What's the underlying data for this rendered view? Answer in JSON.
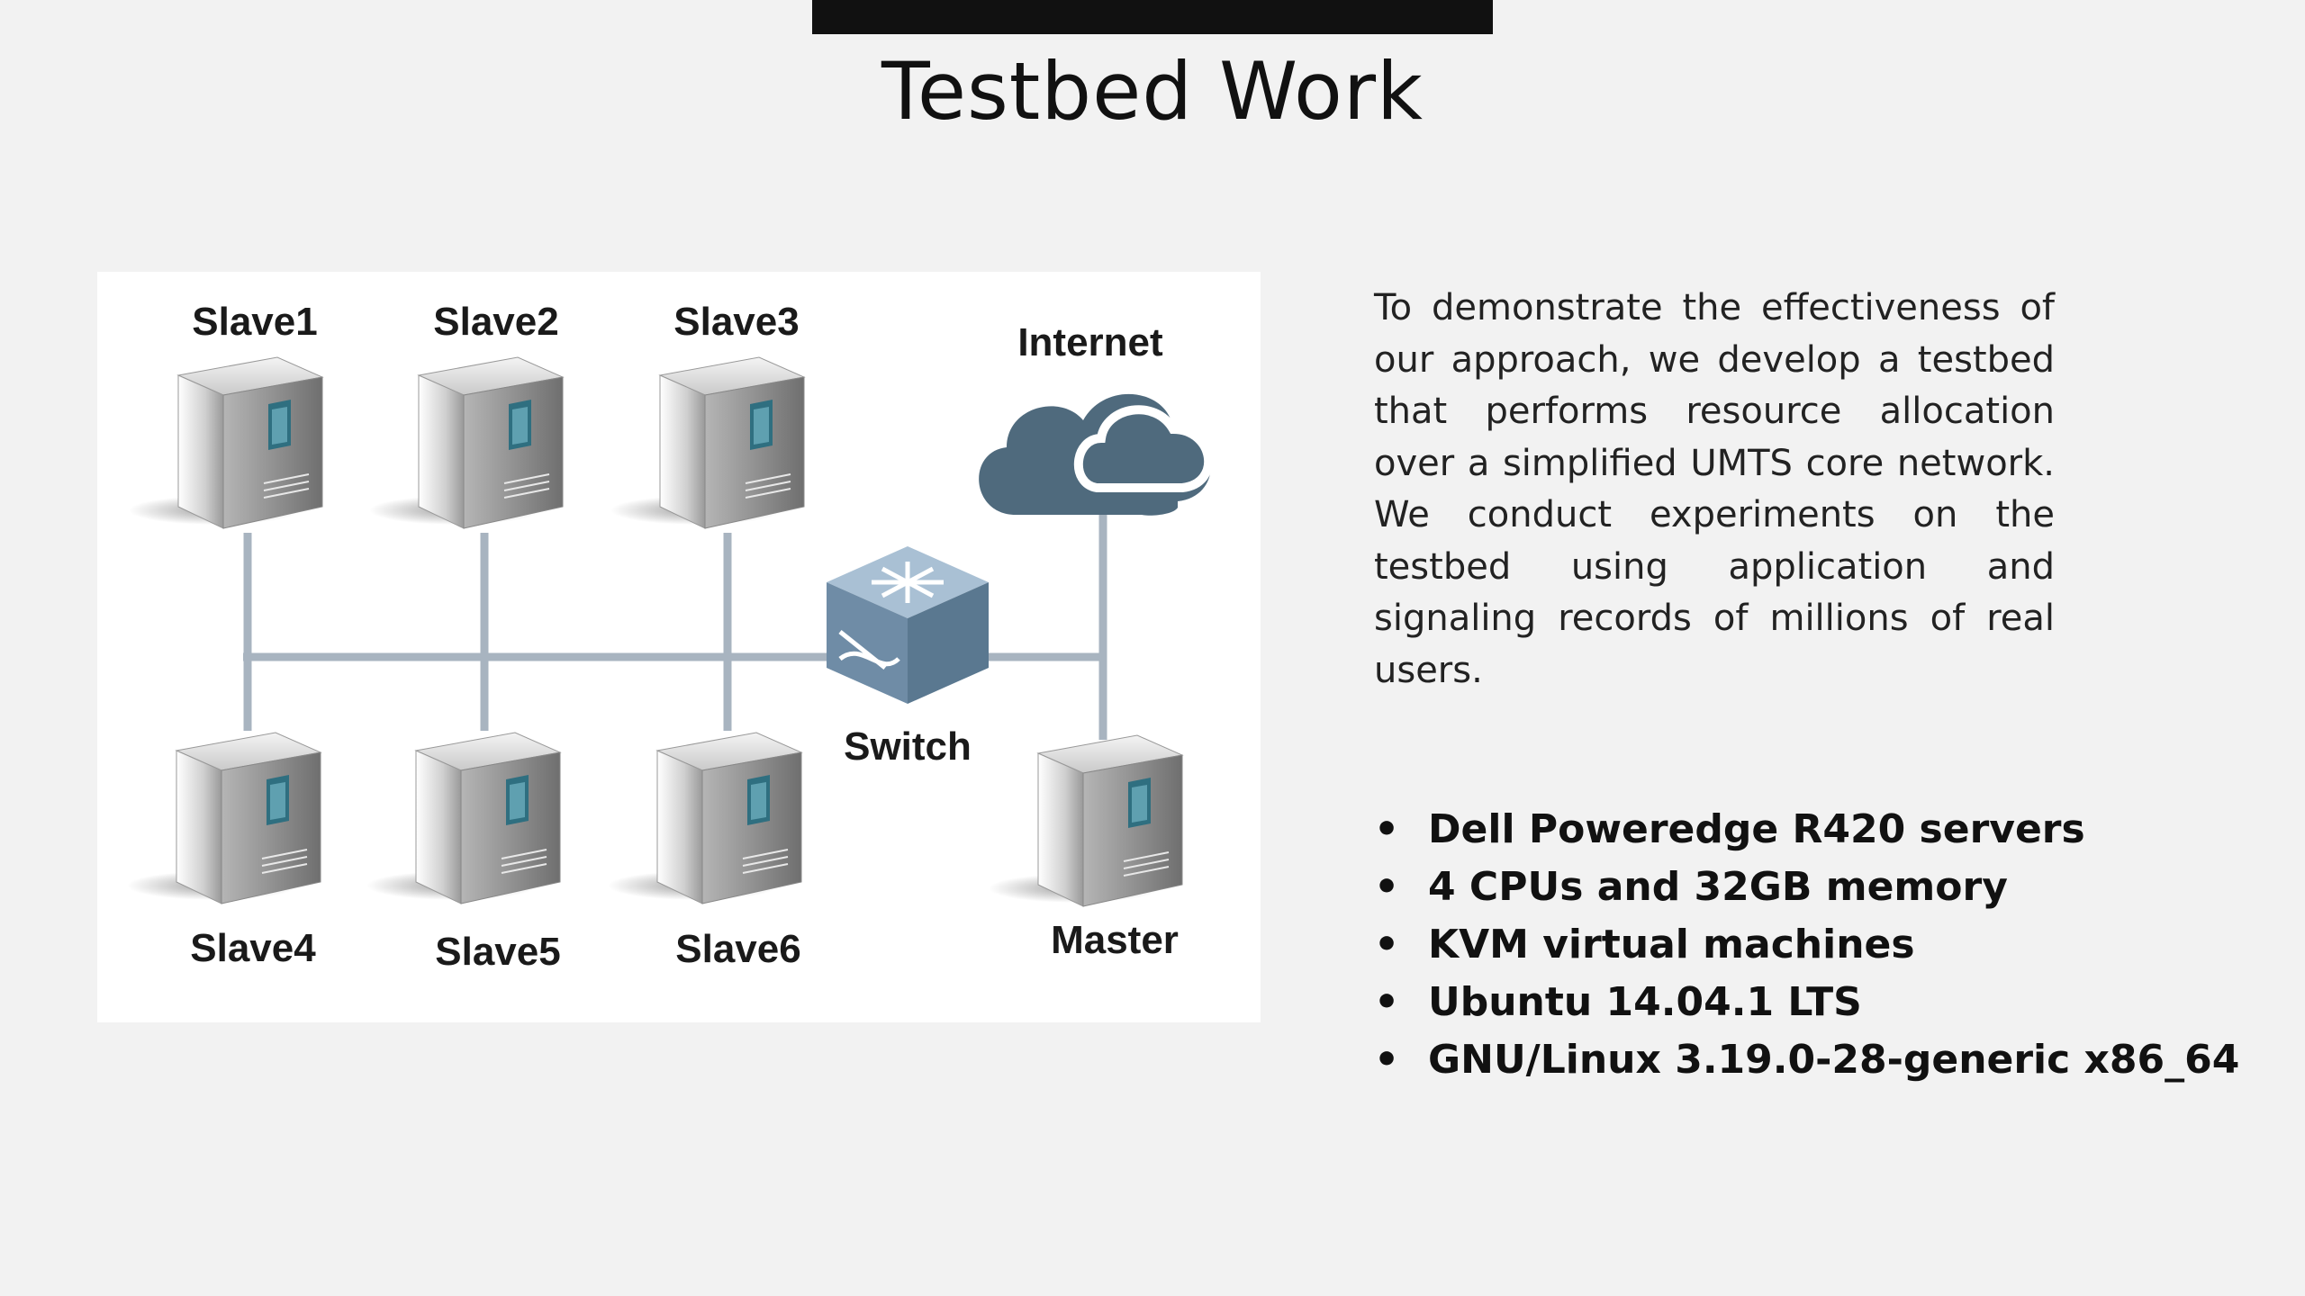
{
  "slide": {
    "title": "Testbed Work",
    "description": "To demonstrate the effectiveness of our approach, we develop a testbed that performs resource allocation over a simplified UMTS core network. We conduct experiments on the testbed using application and signaling records of millions of real users.",
    "specs": [
      "Dell Poweredge R420 servers",
      "4 CPUs and 32GB memory",
      "KVM virtual machines",
      "Ubuntu 14.04.1 LTS",
      "GNU/Linux 3.19.0-28-generic x86_64"
    ]
  },
  "diagram": {
    "labels": {
      "slave1": "Slave1",
      "slave2": "Slave2",
      "slave3": "Slave3",
      "slave4": "Slave4",
      "slave5": "Slave5",
      "slave6": "Slave6",
      "master": "Master",
      "internet": "Internet",
      "switch": "Switch"
    },
    "icons": {
      "server": "server-icon",
      "cloud": "cloud-icon",
      "switch": "switch-icon"
    },
    "colors": {
      "cable": "#a8b4c0",
      "server_body": "#d8d8d8",
      "server_window": "#2f6f80",
      "cloud": "#4f6a7d",
      "switch": "#7e9bb4"
    }
  }
}
